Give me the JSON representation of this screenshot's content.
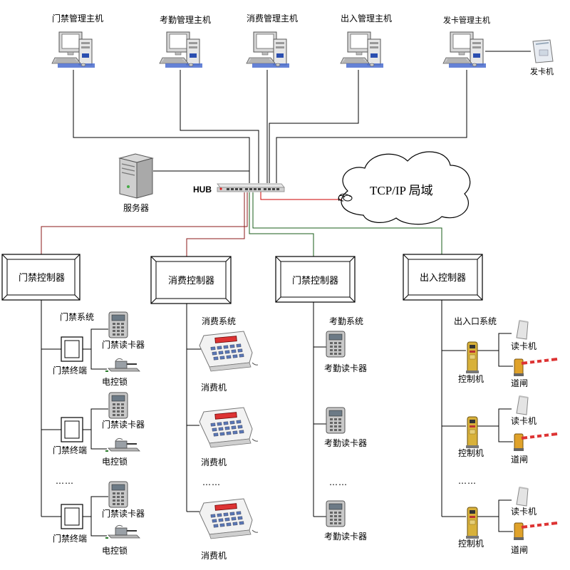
{
  "hosts": [
    {
      "label": "门禁管理主机"
    },
    {
      "label": "考勤管理主机"
    },
    {
      "label": "消费管理主机"
    },
    {
      "label": "出入管理主机"
    },
    {
      "label": "发卡管理主机"
    }
  ],
  "card_issuer": {
    "label": "发卡机"
  },
  "server": {
    "label": "服务器"
  },
  "hub": {
    "label": "HUB"
  },
  "network": {
    "label": "TCP/IP 局域"
  },
  "controllers": [
    {
      "label": "门禁控制器"
    },
    {
      "label": "消费控制器"
    },
    {
      "label": "门禁控制器"
    },
    {
      "label": "出入控制器"
    }
  ],
  "access_system": {
    "title": "门禁系统",
    "reader_label": "门禁读卡器",
    "terminal_label": "门禁终端",
    "lock_label": "电控锁",
    "ellipsis": "……"
  },
  "pos_system": {
    "title": "消费系统",
    "machine_label": "消费机",
    "ellipsis": "……"
  },
  "attendance_system": {
    "title": "考勤系统",
    "reader_label": "考勤读卡器",
    "ellipsis": "……"
  },
  "parking_system": {
    "title": "出入口系统",
    "control_label": "控制机",
    "reader_label": "读卡机",
    "gate_label": "道闸",
    "ellipsis": "……"
  }
}
